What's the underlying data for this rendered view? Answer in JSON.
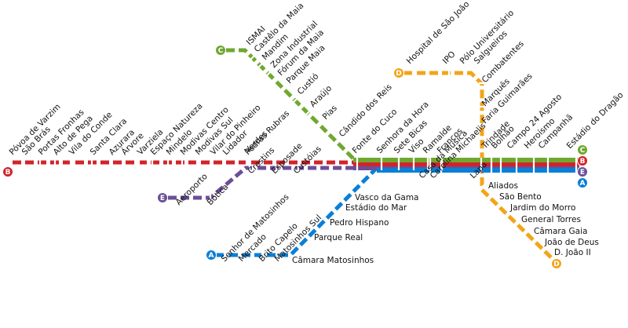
{
  "lines": {
    "A": {
      "letter": "A",
      "color": "#0a7fd6"
    },
    "B": {
      "letter": "B",
      "color": "#d2232a"
    },
    "C": {
      "letter": "C",
      "color": "#6fa830"
    },
    "D": {
      "letter": "D",
      "color": "#f2a51a"
    },
    "E": {
      "letter": "E",
      "color": "#6a4f98"
    }
  },
  "stations": {
    "line_b_west": [
      "Póvoa de Varzim",
      "São Brás",
      "Portas Fronhas",
      "Alto de Pega",
      "Vila do Conde",
      "Santa Clara",
      "Azurara",
      "Árvore",
      "Varziela",
      "Espaço Natureza",
      "Mindelo",
      "Modivas Centro",
      "Modivas Sul",
      "Vilar do Pinheiro",
      "Lidador",
      "Pedras Rubras"
    ],
    "line_a_e_west": [
      "Verdes"
    ],
    "line_e_branch": [
      "Aeroporto",
      "Botica"
    ],
    "line_a_e_lower": [
      "Crestins",
      "Esposade",
      "Custóias"
    ],
    "line_c_branch": [
      "ISMAI",
      "Castêlo da Maia",
      "Mandim",
      "Zona Industrial",
      "Fórum da Maia",
      "Parque Maia",
      "Custió",
      "Araújo",
      "Pias",
      "Cândido dos Reis"
    ],
    "trunk_upper": [
      "Fonte do Cuco",
      "Senhora da Hora",
      "Sete Bicas",
      "Viso",
      "Ramalde",
      "Francos"
    ],
    "trunk_lower": [
      "Casa da Música",
      "Carolina Michaelis",
      "Lapa"
    ],
    "line_d_north": [
      "Hospital de São João",
      "IPO",
      "Pólo Universitário",
      "Salgueiros",
      "Combatentes",
      "Marquês",
      "Faria Guimarães"
    ],
    "trunk_east": [
      "Trindade",
      "Bolhão",
      "Campo 24 Agosto",
      "Heroísmo",
      "Campanhã",
      "Estádio do Dragão"
    ],
    "line_d_south": [
      "Aliados",
      "São Bento",
      "Jardim do Morro",
      "General Torres",
      "Câmara Gaia",
      "João de Deus",
      "D. João II"
    ],
    "line_a_branch": [
      "Vasco da Gama",
      "Estádio do Mar",
      "Pedro Hispano",
      "Parque Real",
      "Câmara Matosinhos"
    ],
    "line_a_west": [
      "Senhor de Matosinhos",
      "Mercado",
      "Brito Capelo",
      "Matosinhos Sul"
    ]
  }
}
